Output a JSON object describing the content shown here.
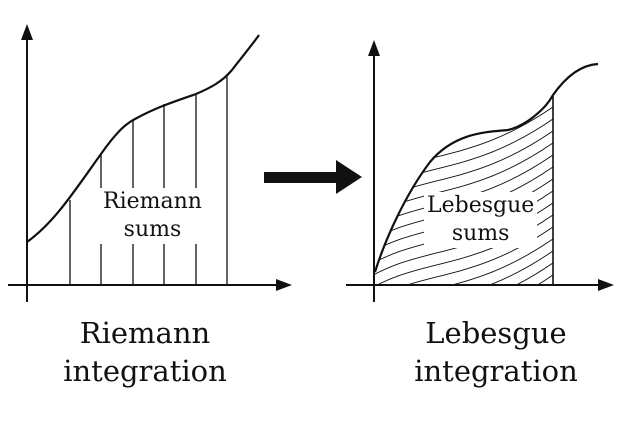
{
  "left_panel": {
    "inner_label_line1": "Riemann",
    "inner_label_line2": "sums",
    "caption_line1": "Riemann",
    "caption_line2": "integration"
  },
  "right_panel": {
    "inner_label_line1": "Lebesgue",
    "inner_label_line2": "sums",
    "caption_line1": "Lebesgue",
    "caption_line2": "integration"
  },
  "colors": {
    "ink": "#111111",
    "background": "#ffffff"
  },
  "icons": {
    "transition_arrow": "right-arrow-icon"
  }
}
